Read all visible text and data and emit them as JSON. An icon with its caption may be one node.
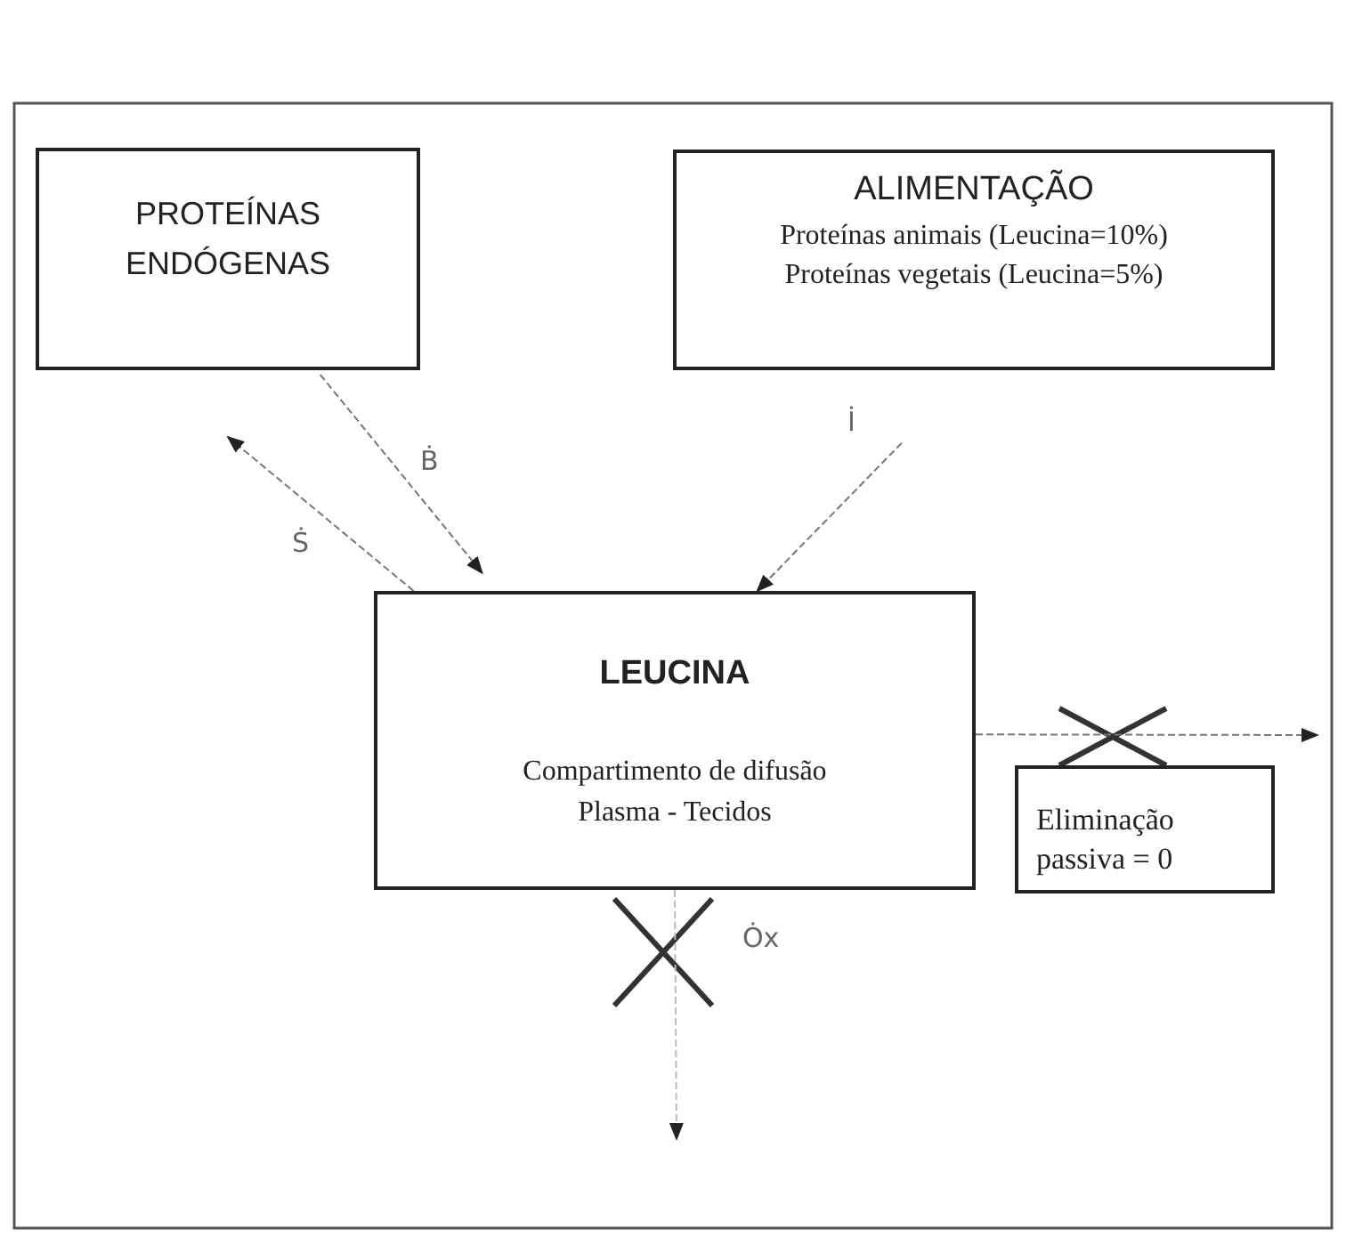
{
  "diagram": {
    "nodes": [
      {
        "text": [
          "PROTEÍNAS ENDÓGENAS"
        ]
      },
      {
        "text": [
          "ALIMENTAÇÃO",
          "Proteínas animais (Leucina=10%)",
          "Proteínas vegetais (Leucina=5%)"
        ]
      },
      {
        "text": [
          "LEUCINA",
          "Compartimento de difusão Plasma - Tecidos"
        ]
      },
      {
        "text": [
          "Eliminação passiva = 0"
        ]
      }
    ],
    "edges": [
      {
        "from": 2,
        "to": 0,
        "arrow": "to",
        "label": "Ṡ"
      },
      {
        "from": 0,
        "to": 2,
        "arrow": "to",
        "label": "Ḃ"
      },
      {
        "from": 1,
        "to": 2,
        "arrow": "to",
        "label": "İ"
      },
      {
        "from": 2,
        "to": null,
        "arrow": "to"
      },
      {
        "from": 2,
        "to": null,
        "arrow": "to",
        "label": "Ȯx"
      }
    ]
  }
}
